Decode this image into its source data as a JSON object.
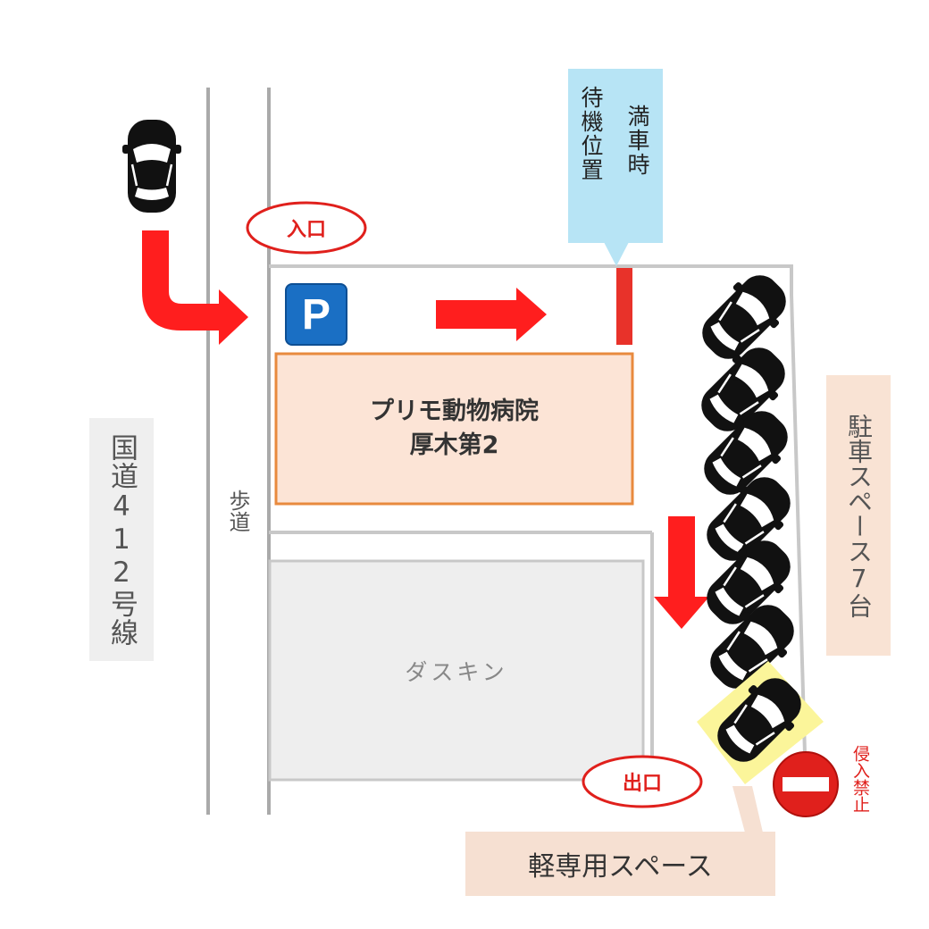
{
  "road": {
    "label": "国道412号線"
  },
  "sidewalk": {
    "label": "歩道"
  },
  "entrance": {
    "label": "入口"
  },
  "exit": {
    "label": "出口"
  },
  "parking_sign": {
    "letter": "P",
    "icon": "parking-sign-icon",
    "color": "#1a6fc4"
  },
  "hospital": {
    "line1": "プリモ動物病院",
    "line2": "厚木第2"
  },
  "neighbor": {
    "label": "ダスキン"
  },
  "waiting": {
    "line1": "満車時",
    "line2": "待機位置"
  },
  "parking_space": {
    "label": "駐車スペース7台"
  },
  "no_entry": {
    "label": "侵入禁止",
    "icon": "no-entry-icon"
  },
  "kei_space": {
    "label": "軽専用スペース"
  },
  "icons": [
    "car-icon",
    "route-arrow-icon",
    "parking-sign-icon",
    "no-entry-icon"
  ],
  "colors": {
    "arrow": "#ff1e1e",
    "hospital_fill": "#fce4d6",
    "hospital_border": "#e88a3e",
    "duskin_fill": "#eeeeee",
    "wait_box": "#b7e4f5",
    "kei_highlight": "#fbf59a",
    "no_entry": "#e0201c"
  }
}
